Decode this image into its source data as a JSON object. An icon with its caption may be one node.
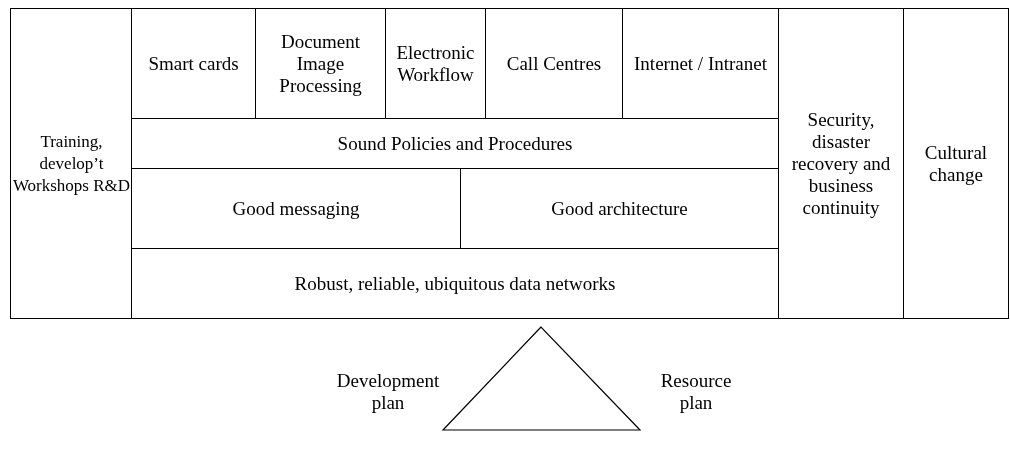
{
  "diagram": {
    "nodes": [
      {
        "text": [
          "Training, develop’t Workshops R&D"
        ]
      },
      {
        "text": [
          "Smart cards"
        ]
      },
      {
        "text": [
          "Document Image Processing"
        ]
      },
      {
        "text": [
          "Electronic Workflow"
        ]
      },
      {
        "text": [
          "Call Centres"
        ]
      },
      {
        "text": [
          "Internet / Intranet"
        ]
      },
      {
        "text": [
          "Sound Policies and Procedures"
        ]
      },
      {
        "text": [
          "Good messaging"
        ]
      },
      {
        "text": [
          "Good architecture"
        ]
      },
      {
        "text": [
          "Robust, reliable, ubiquitous data networks"
        ]
      },
      {
        "text": [
          "Security, disaster recovery and business continuity"
        ]
      },
      {
        "text": [
          "Cultural change"
        ]
      }
    ],
    "labels": [
      "Development plan",
      "Resource plan"
    ]
  }
}
